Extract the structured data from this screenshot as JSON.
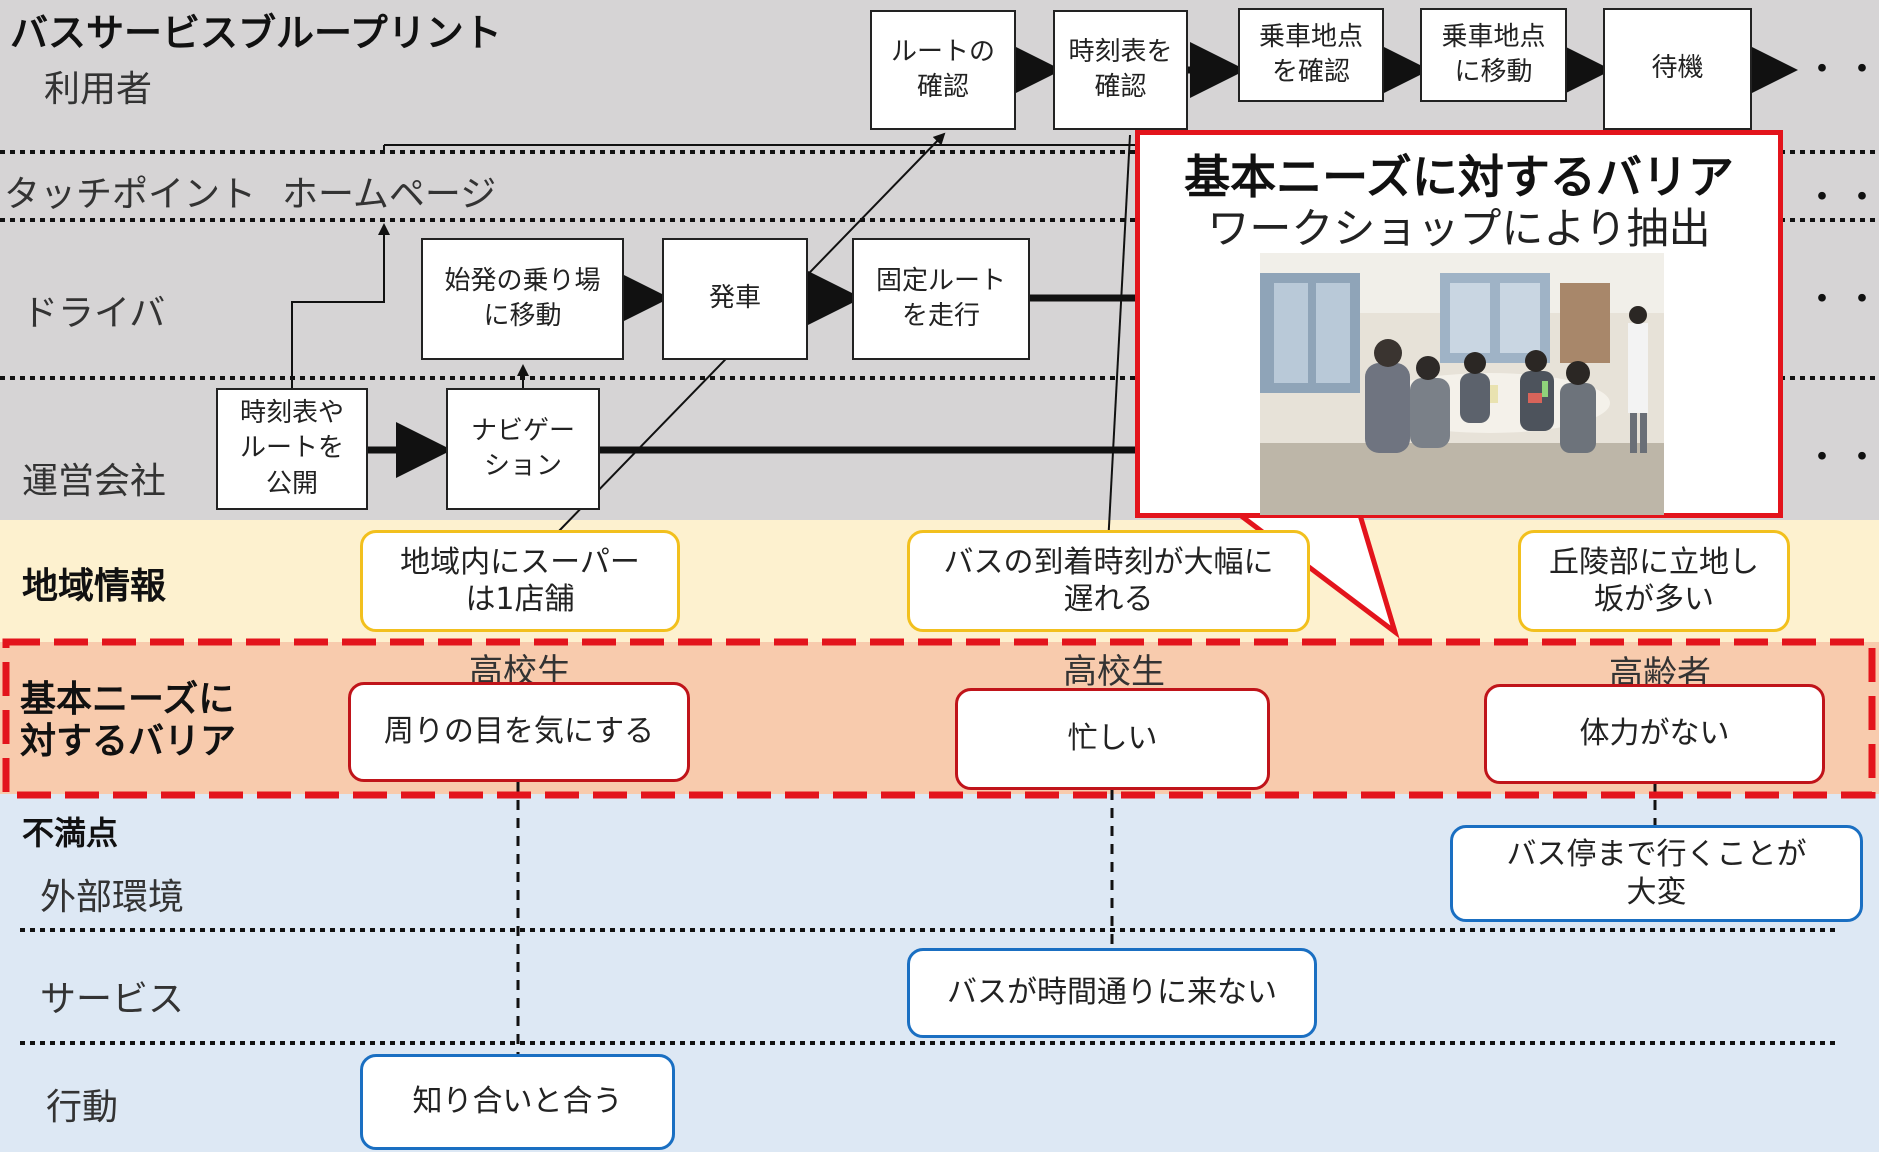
{
  "title": "バスサービスブループリント",
  "lanes": {
    "user": "利用者",
    "touchpoint": "タッチポイント",
    "touchpoint_item": "ホームページ",
    "driver": "ドライバ",
    "operator": "運営会社",
    "region": "地域情報",
    "barrier_line1": "基本ニーズに",
    "barrier_line2": "対するバリア",
    "dissatisfaction": "不満点",
    "environment": "外部環境",
    "service": "サービス",
    "behavior": "行動"
  },
  "continuation": "・・・",
  "user_steps": [
    "ルートの\n確認",
    "時刻表を\n確認",
    "乗車地点\nを確認",
    "乗車地点\nに移動",
    "待機"
  ],
  "driver_steps": [
    "始発の乗り場\nに移動",
    "発車",
    "固定ルート\nを走行"
  ],
  "operator_steps": [
    "時刻表や\nルートを\n公開",
    "ナビゲー\nション"
  ],
  "region_items": [
    "地域内にスーパー\nは1店舗",
    "バスの到着時刻が大幅に\n遅れる",
    "丘陵部に立地し\n坂が多い"
  ],
  "personas": [
    "高校生",
    "高校生",
    "高齢者"
  ],
  "barriers": [
    "周りの目を気にする",
    "忙しい",
    "体力がない"
  ],
  "environment_items": [
    "バス停まで行くことが\n大変"
  ],
  "service_items": [
    "バスが時間通りに来ない"
  ],
  "behavior_items": [
    "知り合いと合う"
  ],
  "callout": {
    "title": "基本ニーズに対するバリア",
    "subtitle": "ワークショップにより抽出"
  },
  "colors": {
    "gray_band": "#d6d4d5",
    "yellow_band": "#fdf1cf",
    "barrier_band": "#f8cbad",
    "blue_band": "#dde8f4",
    "accent_red": "#e3141c"
  }
}
